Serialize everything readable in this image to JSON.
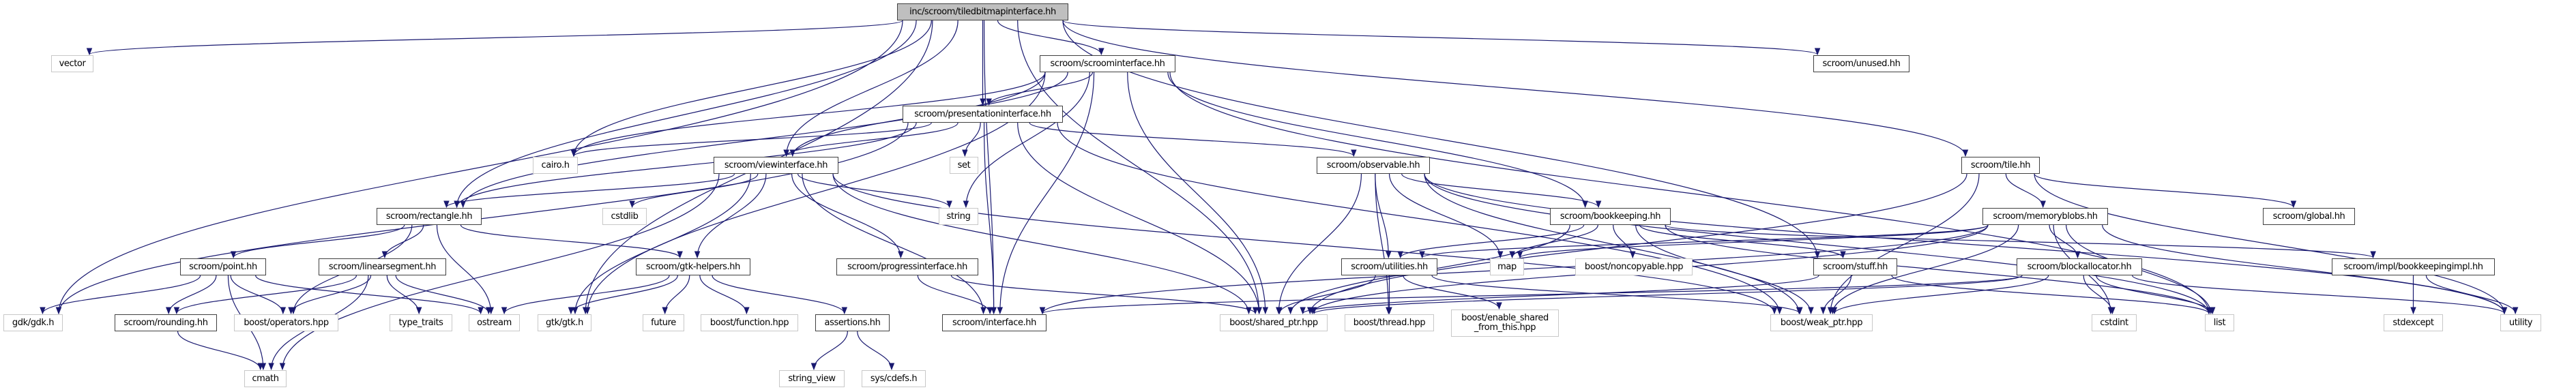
{
  "title": "inc/scroom/tiledbitmapinterface.hh",
  "colors": {
    "edge": "#191970",
    "root_fill": "#bfbfbf",
    "local_border": "#404040",
    "external_border": "#c8c8c8"
  },
  "nodes": [
    {
      "id": "root",
      "label": "inc/scroom/tiledbitmapinterface.hh",
      "kind": "root"
    },
    {
      "id": "vector",
      "label": "vector",
      "kind": "external"
    },
    {
      "id": "scroominterface",
      "label": "scroom/scroominterface.hh",
      "kind": "local"
    },
    {
      "id": "unused",
      "label": "scroom/unused.hh",
      "kind": "local"
    },
    {
      "id": "presentationinterface",
      "label": "scroom/presentationinterface.hh",
      "kind": "local"
    },
    {
      "id": "cairo",
      "label": "cairo.h",
      "kind": "external"
    },
    {
      "id": "viewinterface",
      "label": "scroom/viewinterface.hh",
      "kind": "local"
    },
    {
      "id": "set",
      "label": "set",
      "kind": "external"
    },
    {
      "id": "observable",
      "label": "scroom/observable.hh",
      "kind": "local"
    },
    {
      "id": "tile",
      "label": "scroom/tile.hh",
      "kind": "local"
    },
    {
      "id": "rectangle",
      "label": "scroom/rectangle.hh",
      "kind": "local"
    },
    {
      "id": "cstdlib",
      "label": "cstdlib",
      "kind": "external"
    },
    {
      "id": "string",
      "label": "string",
      "kind": "external"
    },
    {
      "id": "bookkeeping",
      "label": "scroom/bookkeeping.hh",
      "kind": "local"
    },
    {
      "id": "memoryblobs",
      "label": "scroom/memoryblobs.hh",
      "kind": "local"
    },
    {
      "id": "global",
      "label": "scroom/global.hh",
      "kind": "local"
    },
    {
      "id": "point",
      "label": "scroom/point.hh",
      "kind": "local"
    },
    {
      "id": "linearsegment",
      "label": "scroom/linearsegment.hh",
      "kind": "local"
    },
    {
      "id": "gtkhelpers",
      "label": "scroom/gtk-helpers.hh",
      "kind": "local"
    },
    {
      "id": "progressinterface",
      "label": "scroom/progressinterface.hh",
      "kind": "local"
    },
    {
      "id": "utilities",
      "label": "scroom/utilities.hh",
      "kind": "local"
    },
    {
      "id": "map",
      "label": "map",
      "kind": "external"
    },
    {
      "id": "noncopyable",
      "label": "boost/noncopyable.hpp",
      "kind": "external"
    },
    {
      "id": "stuff",
      "label": "scroom/stuff.hh",
      "kind": "local"
    },
    {
      "id": "blockallocator",
      "label": "scroom/blockallocator.hh",
      "kind": "local"
    },
    {
      "id": "bookkeepingimpl",
      "label": "scroom/impl/bookkeepingimpl.hh",
      "kind": "local"
    },
    {
      "id": "gdk",
      "label": "gdk/gdk.h",
      "kind": "external"
    },
    {
      "id": "rounding",
      "label": "scroom/rounding.hh",
      "kind": "local"
    },
    {
      "id": "operators",
      "label": "boost/operators.hpp",
      "kind": "external"
    },
    {
      "id": "type_traits",
      "label": "type_traits",
      "kind": "external"
    },
    {
      "id": "ostream",
      "label": "ostream",
      "kind": "external"
    },
    {
      "id": "gtk",
      "label": "gtk/gtk.h",
      "kind": "external"
    },
    {
      "id": "future",
      "label": "future",
      "kind": "external"
    },
    {
      "id": "function",
      "label": "boost/function.hpp",
      "kind": "external"
    },
    {
      "id": "assertions",
      "label": "assertions.hh",
      "kind": "local"
    },
    {
      "id": "interface",
      "label": "scroom/interface.hh",
      "kind": "local"
    },
    {
      "id": "shared_ptr",
      "label": "boost/shared_ptr.hpp",
      "kind": "external"
    },
    {
      "id": "thread",
      "label": "boost/thread.hpp",
      "kind": "external"
    },
    {
      "id": "enable_shared",
      "label": "boost/enable_shared\n_from_this.hpp",
      "kind": "external"
    },
    {
      "id": "weak_ptr",
      "label": "boost/weak_ptr.hpp",
      "kind": "external"
    },
    {
      "id": "cstdint",
      "label": "cstdint",
      "kind": "external"
    },
    {
      "id": "list",
      "label": "list",
      "kind": "external"
    },
    {
      "id": "stdexcept",
      "label": "stdexcept",
      "kind": "external"
    },
    {
      "id": "utility",
      "label": "utility",
      "kind": "external"
    },
    {
      "id": "cmath",
      "label": "cmath",
      "kind": "external"
    },
    {
      "id": "string_view",
      "label": "string_view",
      "kind": "external"
    },
    {
      "id": "cdefs",
      "label": "sys/cdefs.h",
      "kind": "external"
    }
  ],
  "edges": [
    [
      "root",
      "vector"
    ],
    [
      "root",
      "gdk"
    ],
    [
      "root",
      "rectangle"
    ],
    [
      "root",
      "gtk"
    ],
    [
      "root",
      "cairo"
    ],
    [
      "root",
      "viewinterface"
    ],
    [
      "root",
      "presentationinterface"
    ],
    [
      "root",
      "scroominterface"
    ],
    [
      "root",
      "interface"
    ],
    [
      "root",
      "shared_ptr"
    ],
    [
      "root",
      "stuff"
    ],
    [
      "root",
      "unused"
    ],
    [
      "root",
      "tile"
    ],
    [
      "scroominterface",
      "presentationinterface"
    ],
    [
      "scroominterface",
      "viewinterface"
    ],
    [
      "scroominterface",
      "rectangle"
    ],
    [
      "scroominterface",
      "gtk"
    ],
    [
      "scroominterface",
      "string"
    ],
    [
      "scroominterface",
      "interface"
    ],
    [
      "scroominterface",
      "shared_ptr"
    ],
    [
      "scroominterface",
      "bookkeeping"
    ],
    [
      "scroominterface",
      "list"
    ],
    [
      "scroominterface",
      "cairo"
    ],
    [
      "presentationinterface",
      "viewinterface"
    ],
    [
      "presentationinterface",
      "rectangle"
    ],
    [
      "presentationinterface",
      "cairo"
    ],
    [
      "presentationinterface",
      "set"
    ],
    [
      "presentationinterface",
      "interface"
    ],
    [
      "presentationinterface",
      "shared_ptr"
    ],
    [
      "presentationinterface",
      "observable"
    ],
    [
      "presentationinterface",
      "weak_ptr"
    ],
    [
      "presentationinterface",
      "gdk"
    ],
    [
      "viewinterface",
      "rectangle"
    ],
    [
      "viewinterface",
      "gtk"
    ],
    [
      "viewinterface",
      "cstdlib"
    ],
    [
      "viewinterface",
      "cmath"
    ],
    [
      "viewinterface",
      "gtkhelpers"
    ],
    [
      "viewinterface",
      "string"
    ],
    [
      "viewinterface",
      "progressinterface"
    ],
    [
      "viewinterface",
      "interface"
    ],
    [
      "viewinterface",
      "shared_ptr"
    ],
    [
      "viewinterface",
      "weak_ptr"
    ],
    [
      "rectangle",
      "point"
    ],
    [
      "rectangle",
      "linearsegment"
    ],
    [
      "rectangle",
      "operators"
    ],
    [
      "rectangle",
      "ostream"
    ],
    [
      "rectangle",
      "gtkhelpers"
    ],
    [
      "point",
      "gdk"
    ],
    [
      "point",
      "cmath"
    ],
    [
      "point",
      "rounding"
    ],
    [
      "point",
      "operators"
    ],
    [
      "point",
      "ostream"
    ],
    [
      "linearsegment",
      "rounding"
    ],
    [
      "linearsegment",
      "operators"
    ],
    [
      "linearsegment",
      "cmath"
    ],
    [
      "linearsegment",
      "type_traits"
    ],
    [
      "linearsegment",
      "ostream"
    ],
    [
      "rounding",
      "cmath"
    ],
    [
      "gtkhelpers",
      "ostream"
    ],
    [
      "gtkhelpers",
      "gtk"
    ],
    [
      "gtkhelpers",
      "future"
    ],
    [
      "gtkhelpers",
      "function"
    ],
    [
      "gtkhelpers",
      "assertions"
    ],
    [
      "assertions",
      "string_view"
    ],
    [
      "assertions",
      "cdefs"
    ],
    [
      "progressinterface",
      "interface"
    ],
    [
      "progressinterface",
      "shared_ptr"
    ],
    [
      "observable",
      "shared_ptr"
    ],
    [
      "observable",
      "utilities"
    ],
    [
      "observable",
      "map"
    ],
    [
      "observable",
      "bookkeeping"
    ],
    [
      "observable",
      "thread"
    ],
    [
      "observable",
      "weak_ptr"
    ],
    [
      "observable",
      "list"
    ],
    [
      "observable",
      "utility"
    ],
    [
      "bookkeeping",
      "utilities"
    ],
    [
      "bookkeeping",
      "map"
    ],
    [
      "bookkeeping",
      "noncopyable"
    ],
    [
      "bookkeeping",
      "stuff"
    ],
    [
      "bookkeeping",
      "weak_ptr"
    ],
    [
      "bookkeeping",
      "shared_ptr"
    ],
    [
      "bookkeeping",
      "list"
    ],
    [
      "bookkeeping",
      "bookkeepingimpl"
    ],
    [
      "utilities",
      "thread"
    ],
    [
      "utilities",
      "enable_shared"
    ],
    [
      "utilities",
      "weak_ptr"
    ],
    [
      "utilities",
      "shared_ptr"
    ],
    [
      "stuff",
      "weak_ptr"
    ],
    [
      "stuff",
      "shared_ptr"
    ],
    [
      "stuff",
      "list"
    ],
    [
      "tile",
      "memoryblobs"
    ],
    [
      "tile",
      "global"
    ],
    [
      "tile",
      "utility"
    ],
    [
      "tile",
      "weak_ptr"
    ],
    [
      "tile",
      "shared_ptr"
    ],
    [
      "memoryblobs",
      "blockallocator"
    ],
    [
      "memoryblobs",
      "cstdint"
    ],
    [
      "memoryblobs",
      "list"
    ],
    [
      "memoryblobs",
      "utility"
    ],
    [
      "memoryblobs",
      "shared_ptr"
    ],
    [
      "memoryblobs",
      "weak_ptr"
    ],
    [
      "memoryblobs",
      "utilities"
    ],
    [
      "memoryblobs",
      "map"
    ],
    [
      "memoryblobs",
      "interface"
    ],
    [
      "blockallocator",
      "cstdint"
    ],
    [
      "blockallocator",
      "list"
    ],
    [
      "blockallocator",
      "utility"
    ],
    [
      "blockallocator",
      "interface"
    ],
    [
      "blockallocator",
      "shared_ptr"
    ],
    [
      "blockallocator",
      "weak_ptr"
    ],
    [
      "bookkeepingimpl",
      "stdexcept"
    ],
    [
      "bookkeepingimpl",
      "utility"
    ]
  ]
}
